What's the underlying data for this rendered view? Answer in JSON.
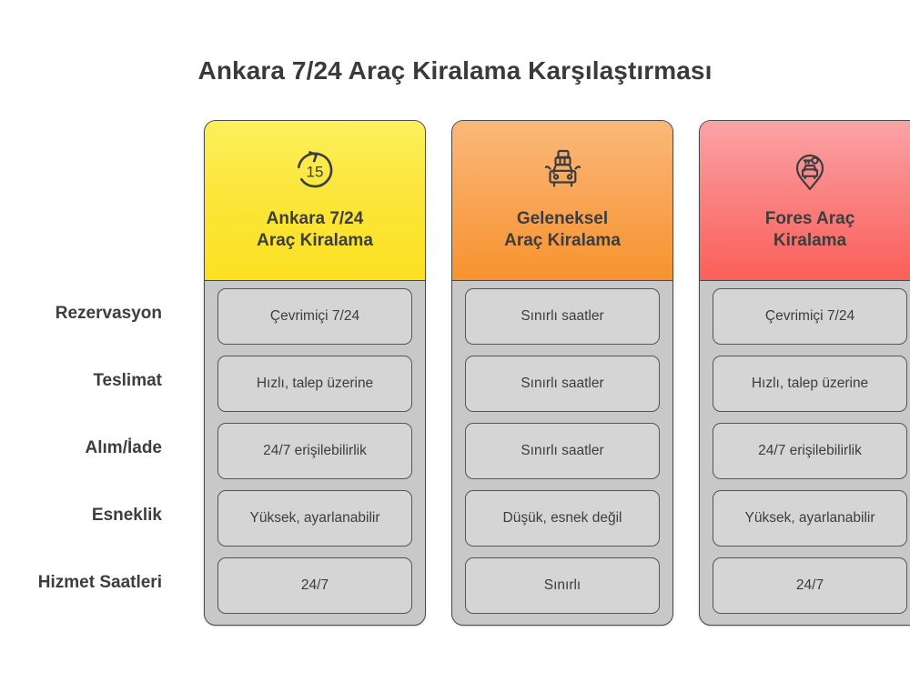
{
  "page": {
    "title": "Ankara 7/24 Araç Kiralama Karşılaştırması",
    "background_color": "#ffffff"
  },
  "row_labels": [
    "Rezervasyon",
    "Teslimat",
    "Alım/İade",
    "Esneklik",
    "Hizmet Saatleri"
  ],
  "columns": [
    {
      "title": "Ankara 7/24\nAraç Kiralama",
      "icon": "rewind-15-icon",
      "accent_class": "accent-yellow",
      "accent_color": "#fde020",
      "cells": [
        "Çevrimiçi 7/24",
        "Hızlı, talep üzerine",
        "24/7 erişilebilirlik",
        "Yüksek, ayarlanabilir",
        "24/7"
      ]
    },
    {
      "title": "Geleneksel\nAraç Kiralama",
      "icon": "car-with-luggage-icon",
      "accent_class": "accent-orange",
      "accent_color": "#f7932f",
      "cells": [
        "Sınırlı saatler",
        "Sınırlı saatler",
        "Sınırlı saatler",
        "Düşük, esnek değil",
        "Sınırlı"
      ]
    },
    {
      "title": "Fores Araç\nKiralama",
      "icon": "car-location-pin-icon",
      "accent_class": "accent-red",
      "accent_color": "#fb5f59",
      "cells": [
        "Çevrimiçi 7/24",
        "Hızlı, talep üzerine",
        "24/7 erişilebilirlik",
        "Yüksek, ayarlanabilir",
        "24/7"
      ]
    }
  ]
}
